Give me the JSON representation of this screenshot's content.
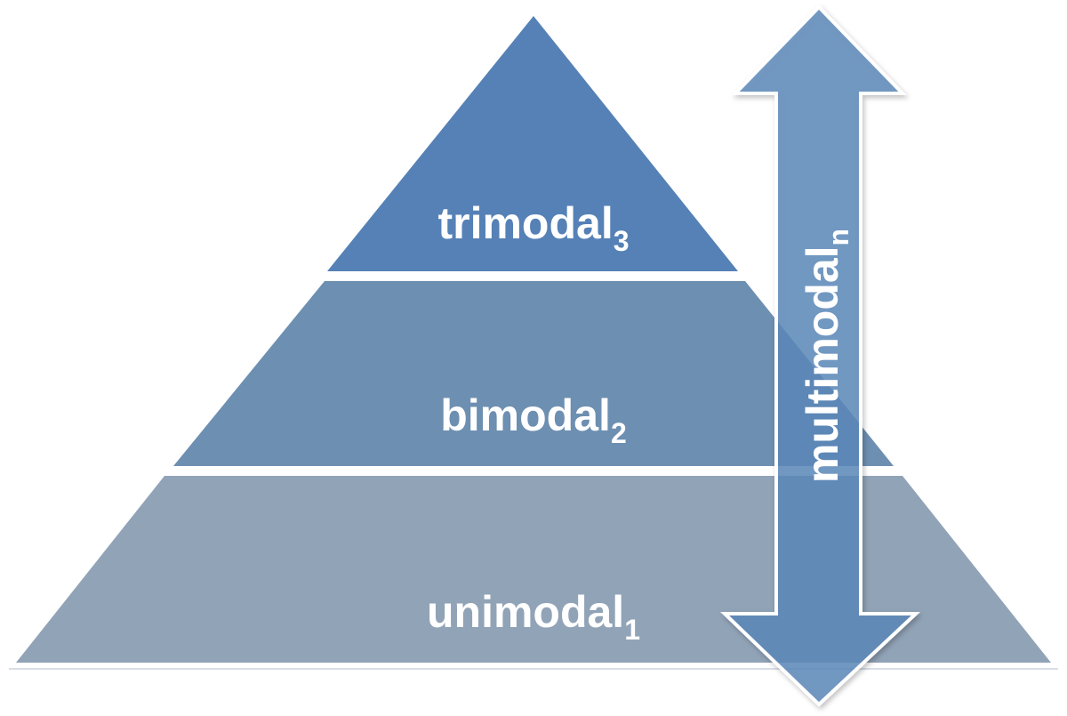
{
  "title": "Modality pyramid",
  "tiers": [
    {
      "label": "trimodal",
      "subscript": "3",
      "color": "#5581b6"
    },
    {
      "label": "bimodal",
      "subscript": "2",
      "color": "#6d8fb1"
    },
    {
      "label": "unimodal",
      "subscript": "1",
      "color": "#91a3b7"
    }
  ],
  "arrow": {
    "label": "multimodal",
    "subscript": "n",
    "color": "#5b89bb"
  }
}
